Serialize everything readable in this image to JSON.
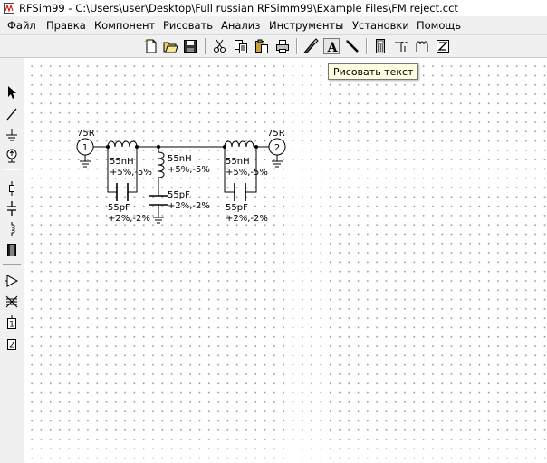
{
  "window": {
    "title": "RFSim99 - C:\\Users\\user\\Desktop\\Full russian RFSimm99\\Example Files\\FM reject.cct"
  },
  "menu": [
    {
      "label": "Файл"
    },
    {
      "label": "Правка"
    },
    {
      "label": "Компонент"
    },
    {
      "label": "Рисовать"
    },
    {
      "label": "Анализ"
    },
    {
      "label": "Инструменты"
    },
    {
      "label": "Установки"
    },
    {
      "label": "Помощь"
    }
  ],
  "toolbar": {
    "buttons": [
      "new-icon",
      "open-icon",
      "save-icon",
      "cut-icon",
      "copy-icon",
      "paste-icon",
      "print-icon",
      "draw-component-icon",
      "text-icon",
      "line-icon",
      "calculator-icon",
      "filter-icon",
      "inductor-design-icon",
      "zoom-icon"
    ],
    "active": "text-icon",
    "tooltip": "Рисовать текст"
  },
  "left_toolbar": {
    "buttons": [
      "pointer-icon",
      "wire-icon",
      "ground-icon",
      "source-icon",
      "resistor-icon",
      "capacitor-icon",
      "inductor-icon",
      "transformer-icon",
      "amplifier-icon",
      "coupler-icon",
      "port-1-icon",
      "port-2-icon"
    ],
    "port1_label": "1",
    "port2_label": "2"
  },
  "schematic": {
    "port1": {
      "number": "1",
      "impedance": "75R"
    },
    "port2": {
      "number": "2",
      "impedance": "75R"
    },
    "L1": {
      "value": "55nH",
      "tolerance": "+5%,-5%"
    },
    "L2": {
      "value": "55nH",
      "tolerance": "+5%,-5%"
    },
    "L3": {
      "value": "55nH",
      "tolerance": "+5%,-5%"
    },
    "C1": {
      "value": "55pF",
      "tolerance": "+2%,-2%"
    },
    "C2": {
      "value": "55pF",
      "tolerance": "+2%,-2%"
    },
    "C3": {
      "value": "55pF",
      "tolerance": "+2%,-2%"
    }
  }
}
